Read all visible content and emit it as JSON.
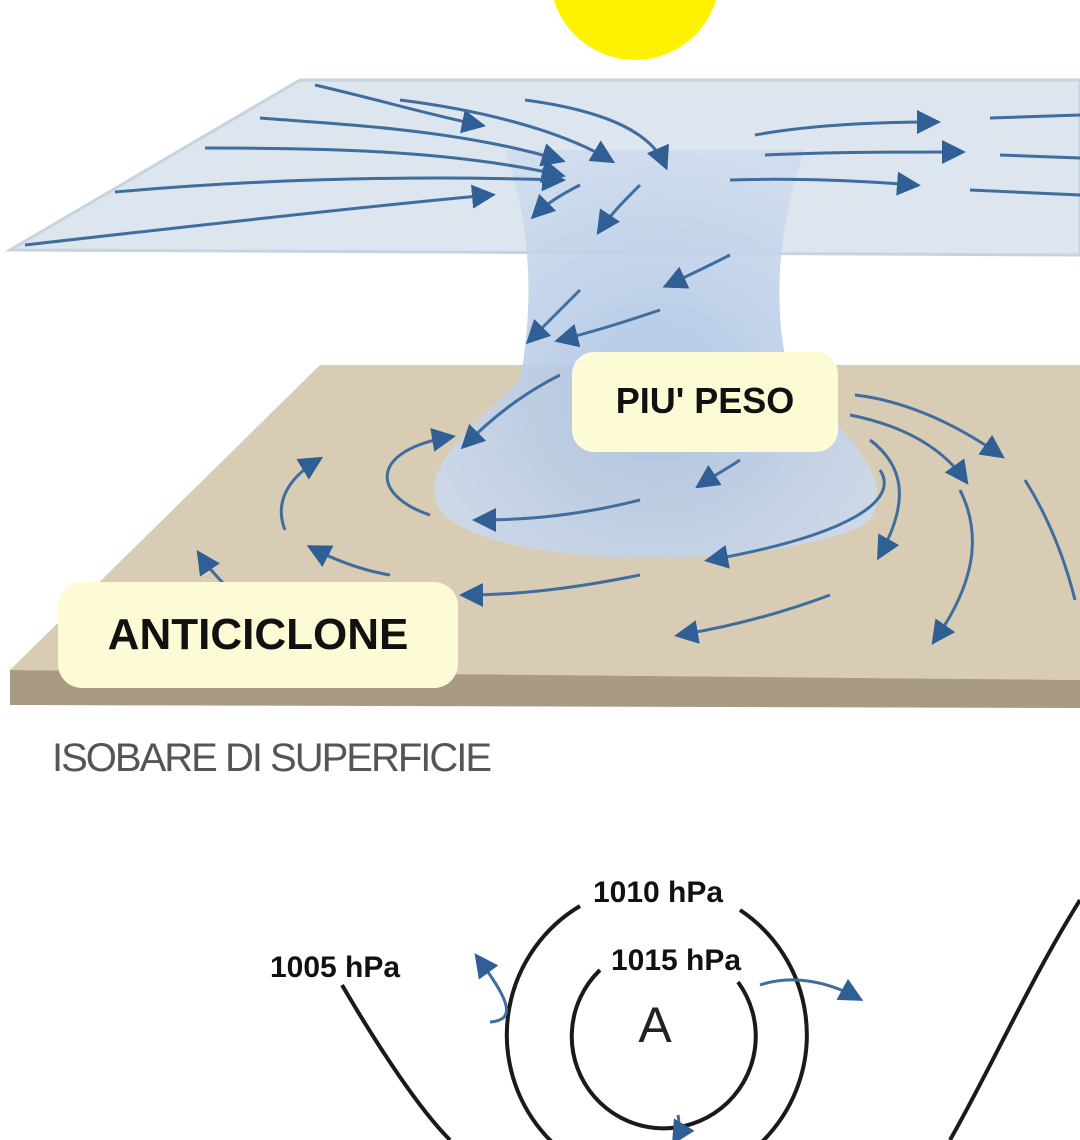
{
  "labels": {
    "high_weight": "PIU' PESO",
    "anticyclone": "ANTICICLONE",
    "surface_isobars": "ISOBARE DI SUPERFICIE",
    "isobar_1010": "1010 hPa",
    "isobar_1005": "1005 hPa",
    "isobar_1015": "1015 hPa",
    "high_center": "A"
  },
  "colors": {
    "sun": "#fff200",
    "upper_plane": "#dde6ef",
    "air_column": "#b8cce6",
    "ground": "#d8ccb4",
    "ground_edge": "#a99b83",
    "label_box": "#fdfbd6",
    "arrow": "#3f6d9e"
  }
}
